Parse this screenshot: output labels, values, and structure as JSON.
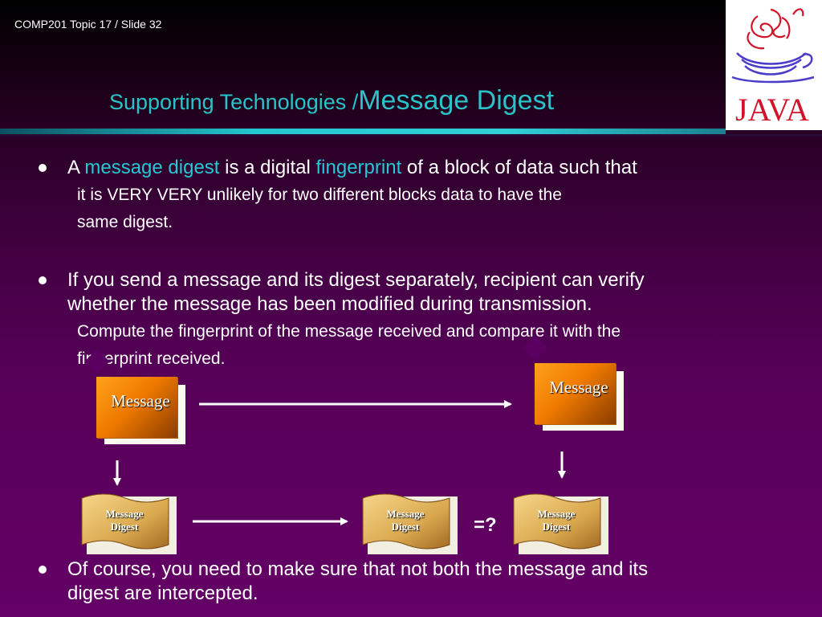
{
  "header": {
    "label": "COMP201 Topic 17 / Slide 32"
  },
  "title": {
    "part1": "Supporting Technologies /",
    "part2": "Message Digest"
  },
  "logo": {
    "text": "JAVA"
  },
  "bullets": {
    "b1": {
      "pre": "A ",
      "term1": "message digest",
      "mid": " is a digital ",
      "term2": "fingerprint",
      "post": " of a block of data such that",
      "sub1": "it is VERY VERY unlikely for two different blocks data to have the",
      "sub2": "same digest."
    },
    "b2": {
      "line1": "If you send a message and its digest separately, recipient can verify",
      "line2": "whether the message has been modified during transmission.",
      "sub1": "Compute the fingerprint of the message received and compare it with the",
      "sub2": "fingerprint received."
    },
    "b3": {
      "line1": "Of course, you need to make sure that not both the message and its",
      "line2": "digest are intercepted."
    }
  },
  "diagram": {
    "message_label": "Message",
    "digest_line1": "Message",
    "digest_line2": "Digest",
    "compare_label": "=?"
  },
  "colors": {
    "highlight": "#27c7d3",
    "title": "#29c3c9",
    "background": "#640066",
    "message_fill": "#f07a00"
  }
}
